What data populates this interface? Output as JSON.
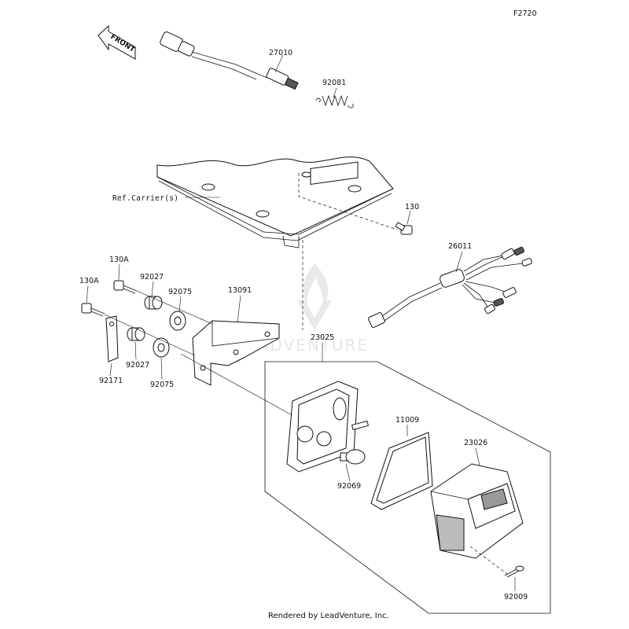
{
  "figure_code": "F2720",
  "direction_arrow": "FRONT",
  "reference_note": "Ref.Carrier(s)",
  "watermark": "LEADVENTURE",
  "footer": "Rendered by LeadVenture, Inc.",
  "parts": {
    "p27010": "27010",
    "p92081": "92081",
    "p130": "130",
    "p26011": "26011",
    "p130A_upper": "130A",
    "p130A_left": "130A",
    "p92027_upper": "92027",
    "p92027_lower": "92027",
    "p92075_upper": "92075",
    "p92075_lower": "92075",
    "p13091": "13091",
    "p92171": "92171",
    "p23025": "23025",
    "p11009": "11009",
    "p23026": "23026",
    "p92069": "92069",
    "p92009": "92009"
  }
}
